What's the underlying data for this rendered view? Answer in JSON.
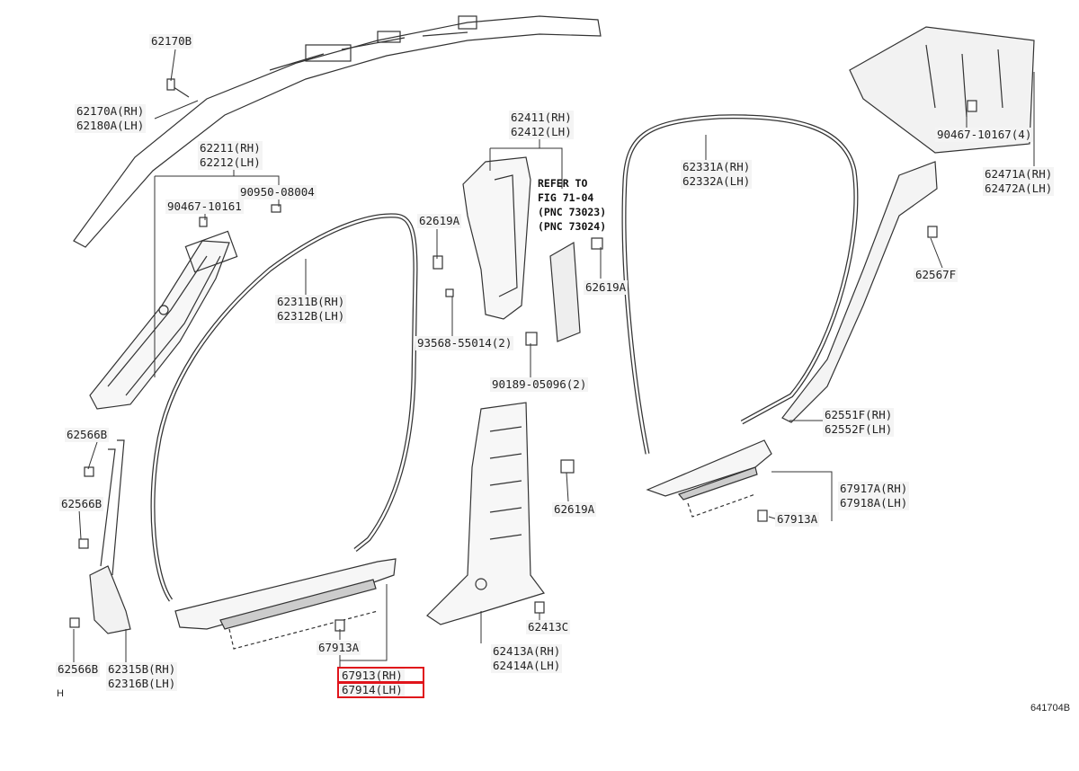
{
  "parts": {
    "p62170B": "62170B",
    "p62170A": [
      "62170A(RH)",
      "62180A(LH)"
    ],
    "p62211": [
      "62211(RH)",
      "62212(LH)"
    ],
    "p90950": "90950-08004",
    "p90467a": "90467-10161",
    "p62619A_1": "62619A",
    "p62411": [
      "62411(RH)",
      "62412(LH)"
    ],
    "refer": [
      "REFER TO",
      "FIG 71-04",
      "(PNC 73023)",
      "(PNC 73024)"
    ],
    "p62619A_2": "62619A",
    "p62311B": [
      "62311B(RH)",
      "62312B(LH)"
    ],
    "p93568": "93568-55014(2)",
    "p90189": "90189-05096(2)",
    "p62331A": [
      "62331A(RH)",
      "62332A(LH)"
    ],
    "p90467b": "90467-10167(4)",
    "p62471A": [
      "62471A(RH)",
      "62472A(LH)"
    ],
    "p62567F": "62567F",
    "p62551F": [
      "62551F(RH)",
      "62552F(LH)"
    ],
    "p62566B_1": "62566B",
    "p62566B_2": "62566B",
    "p62566B_3": "62566B",
    "p62315B": [
      "62315B(RH)",
      "62316B(LH)"
    ],
    "p62619A_3": "62619A",
    "p67917A": [
      "67917A(RH)",
      "67918A(LH)"
    ],
    "p67913A_r": "67913A",
    "p67913A_l": "67913A",
    "p62413C": "62413C",
    "p62413A": [
      "62413A(RH)",
      "62414A(LH)"
    ],
    "p67913": [
      "67913(RH)",
      "67914(LH)"
    ],
    "corner_h": "H",
    "fig_id": "641704B"
  },
  "colors": {
    "highlight": "#e0141b",
    "line": "#333333"
  }
}
